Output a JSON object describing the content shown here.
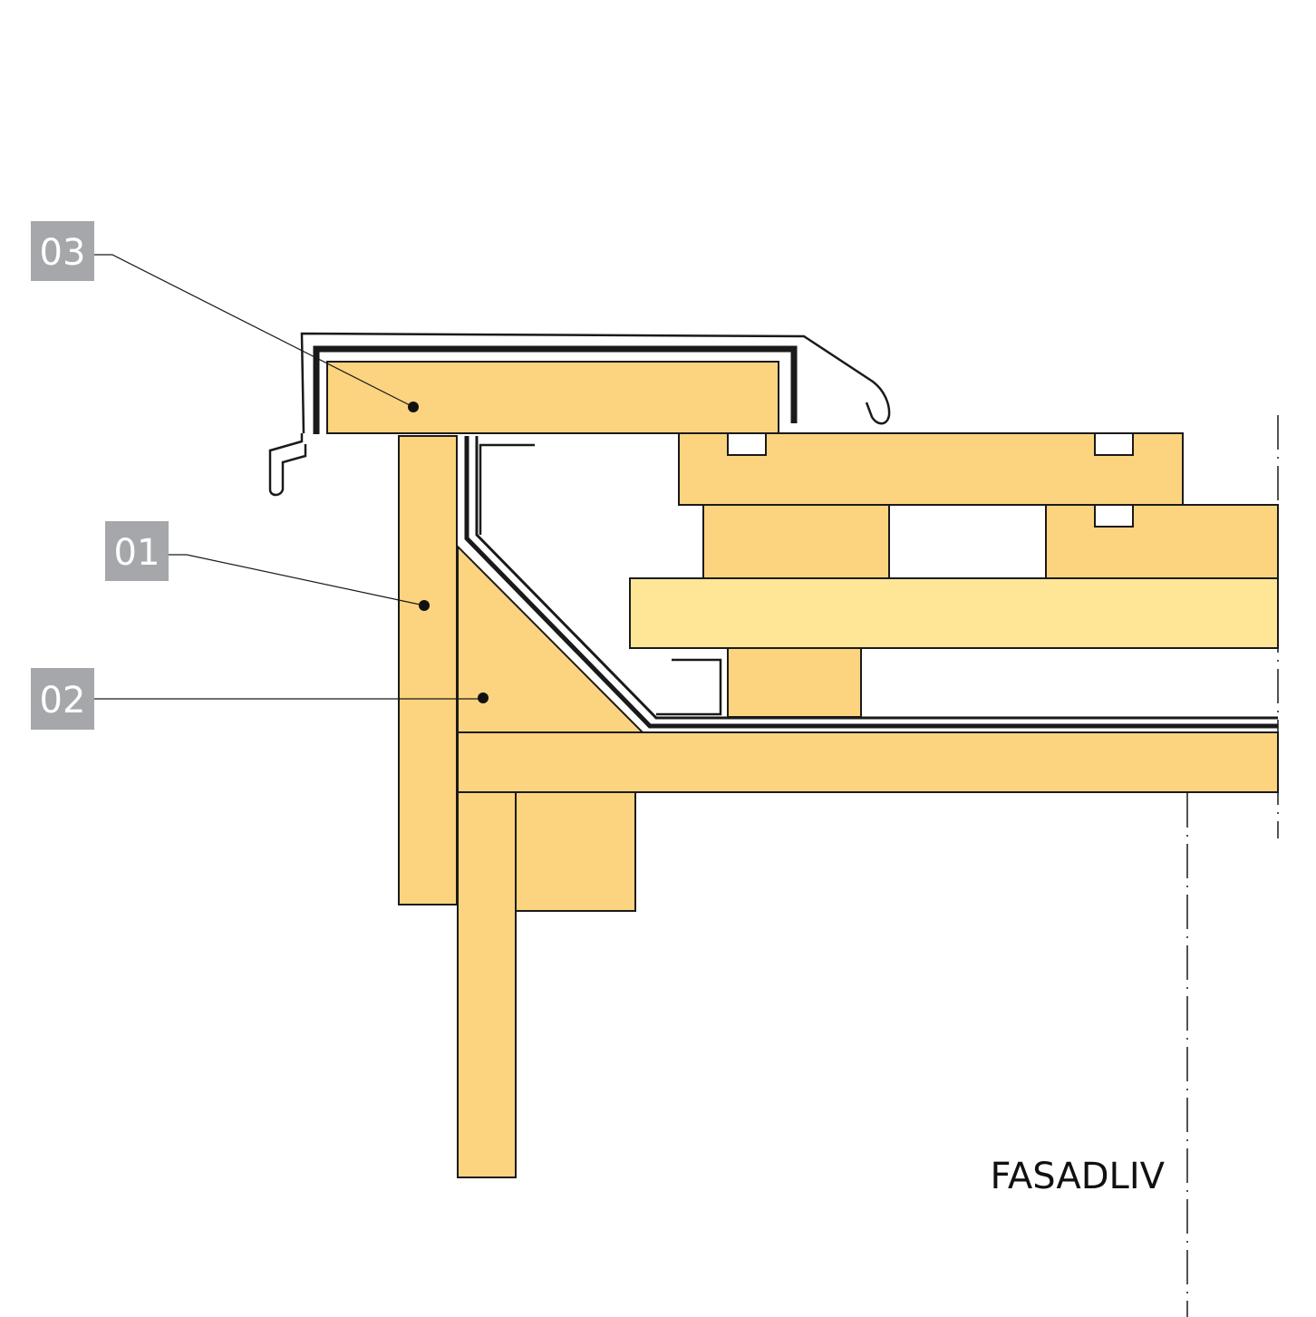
{
  "labels": [
    {
      "id": "03",
      "text": "03"
    },
    {
      "id": "01",
      "text": "01"
    },
    {
      "id": "02",
      "text": "02"
    }
  ],
  "caption": "FASADLIV",
  "colors": {
    "wood": "#fcd47f",
    "wood_light": "#ffe697",
    "label_bg": "#a5a7aa",
    "line": "#1a1a1a"
  }
}
